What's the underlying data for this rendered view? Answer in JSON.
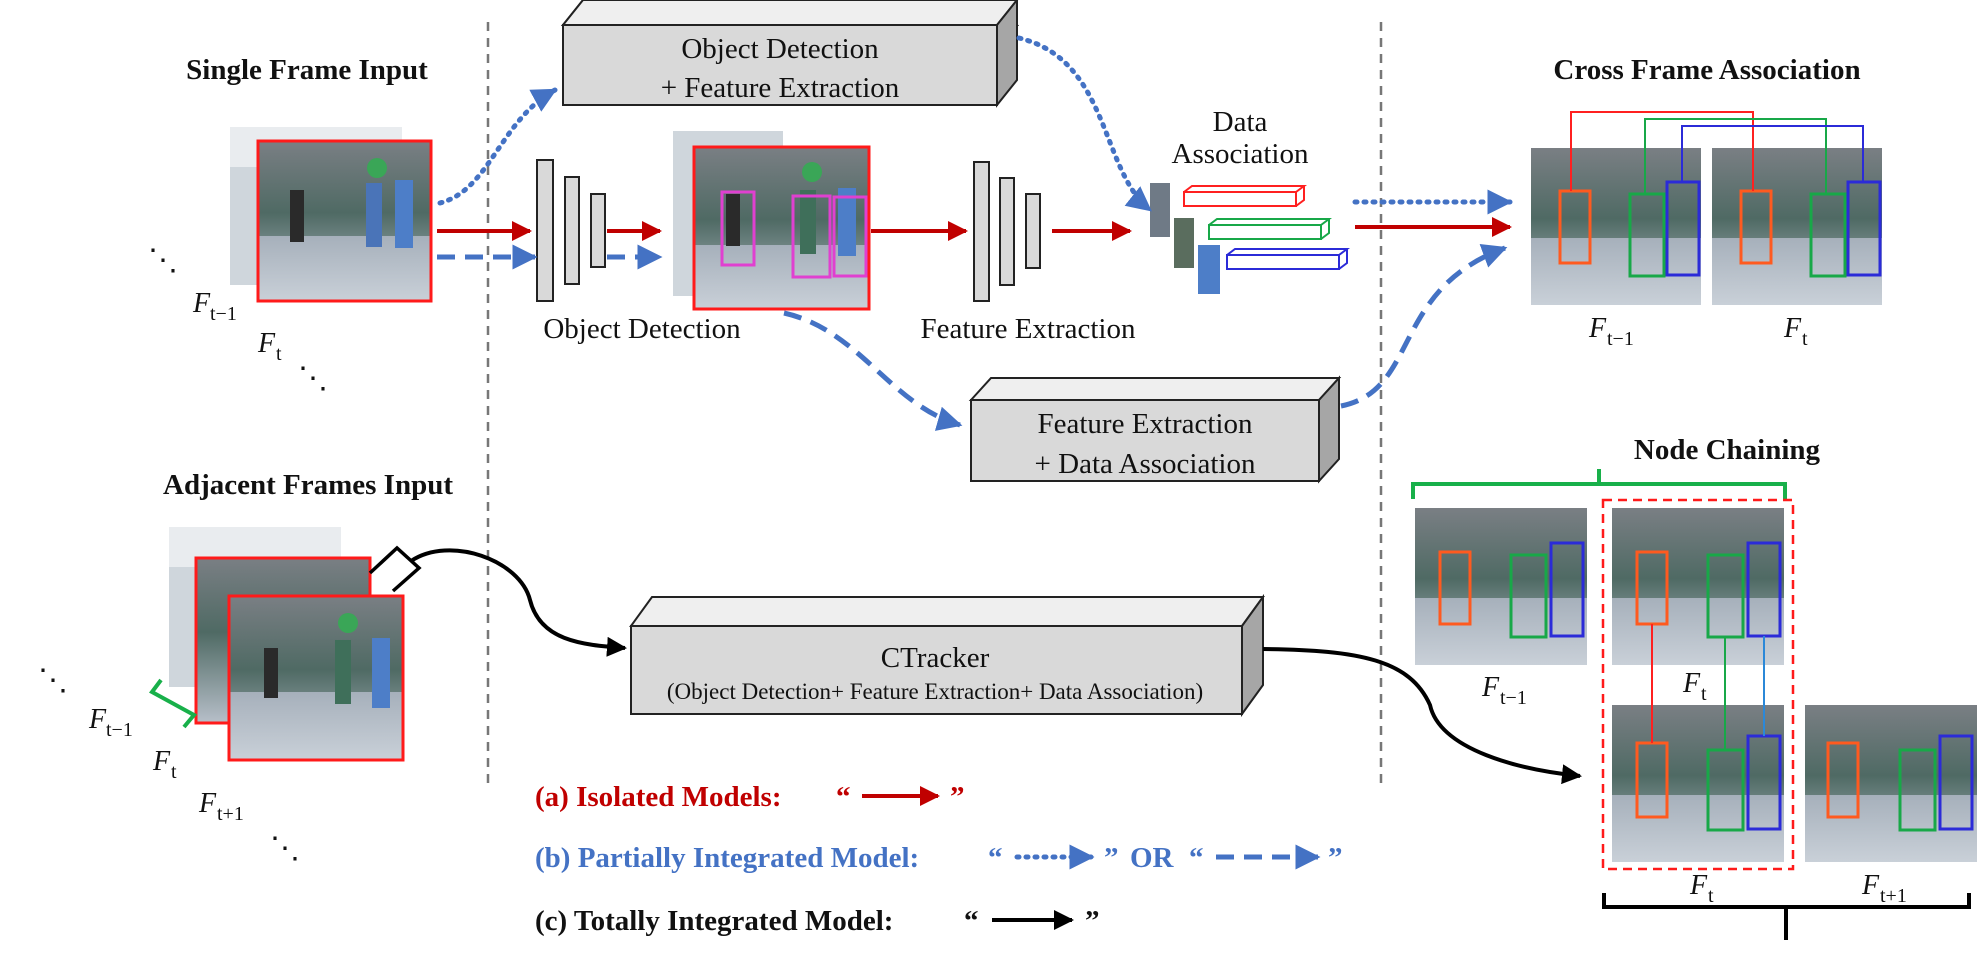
{
  "sections": {
    "single_frame_input": "Single Frame Input",
    "adjacent_frames_input": "Adjacent Frames Input",
    "cross_frame_association": "Cross Frame Association",
    "node_chaining": "Node Chaining"
  },
  "boxes": {
    "od_fe_line1": "Object Detection",
    "od_fe_line2": "+ Feature Extraction",
    "fe_da_line1": "Feature Extraction",
    "fe_da_line2": "+ Data Association",
    "ctracker_line1": "CTracker",
    "ctracker_line2": "(Object Detection+ Feature Extraction+ Data Association)"
  },
  "stage_labels": {
    "object_detection": "Object Detection",
    "feature_extraction": "Feature Extraction",
    "data_association_line1": "Data",
    "data_association_line2": "Association"
  },
  "frame_labels": {
    "F": "F",
    "t_minus_1": "t−1",
    "t": "t",
    "t_plus_1": "t+1",
    "ellipsis": "⋱"
  },
  "legend": {
    "isolated": "(a) Isolated Models:",
    "partial": "(b) Partially Integrated Model:",
    "total": "(c) Totally Integrated Model:",
    "open_quote": "“",
    "close_quote": "”",
    "or": "OR"
  },
  "colors": {
    "isolated_red": "#c00000",
    "partial_blue": "#4472c4",
    "total_black": "#000000",
    "box_fill": "#d9d9d9",
    "box_side": "#a6a6a6",
    "track_red": "#ff2020",
    "track_orange": "#ff5a1f",
    "track_green": "#18a848",
    "track_blue": "#2b2bd8",
    "track_magenta": "#e040d0",
    "chain_green": "#18b04a"
  }
}
